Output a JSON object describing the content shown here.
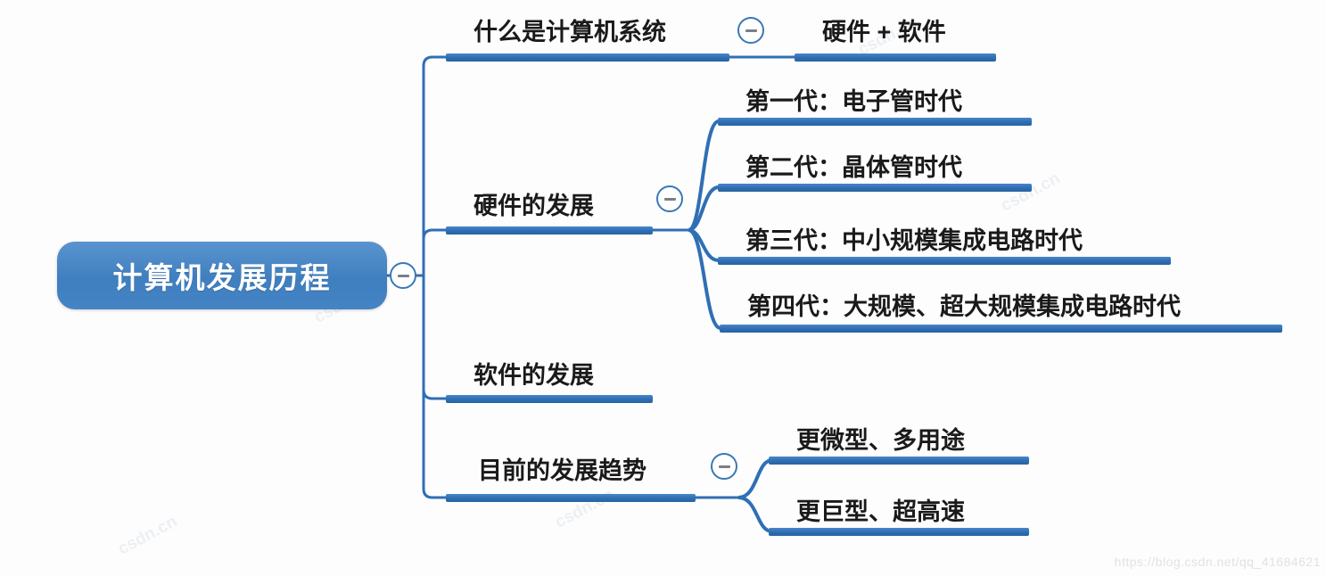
{
  "mindmap": {
    "root": {
      "label": "计算机发展历程",
      "toggle": "collapse-toggle-root",
      "color": "#3f7fbf"
    },
    "branches": [
      {
        "label": "什么是计算机系统",
        "has_toggle": true,
        "children": [
          {
            "label": "硬件 + 软件"
          }
        ]
      },
      {
        "label": "硬件的发展",
        "has_toggle": true,
        "children": [
          {
            "label": "第一代：电子管时代"
          },
          {
            "label": "第二代：晶体管时代"
          },
          {
            "label": "第三代：中小规模集成电路时代"
          },
          {
            "label": "第四代：大规模、超大规模集成电路时代"
          }
        ]
      },
      {
        "label": "软件的发展",
        "has_toggle": false,
        "children": []
      },
      {
        "label": "目前的发展趋势",
        "has_toggle": true,
        "children": [
          {
            "label": "更微型、多用途"
          },
          {
            "label": "更巨型、超高速"
          }
        ]
      }
    ],
    "line_color": "#2f6fb5",
    "toggle_icon": "minus-icon"
  },
  "watermark": {
    "url": "https://blog.csdn.net/qq_41684621",
    "tile_text": "csdn.cn"
  }
}
